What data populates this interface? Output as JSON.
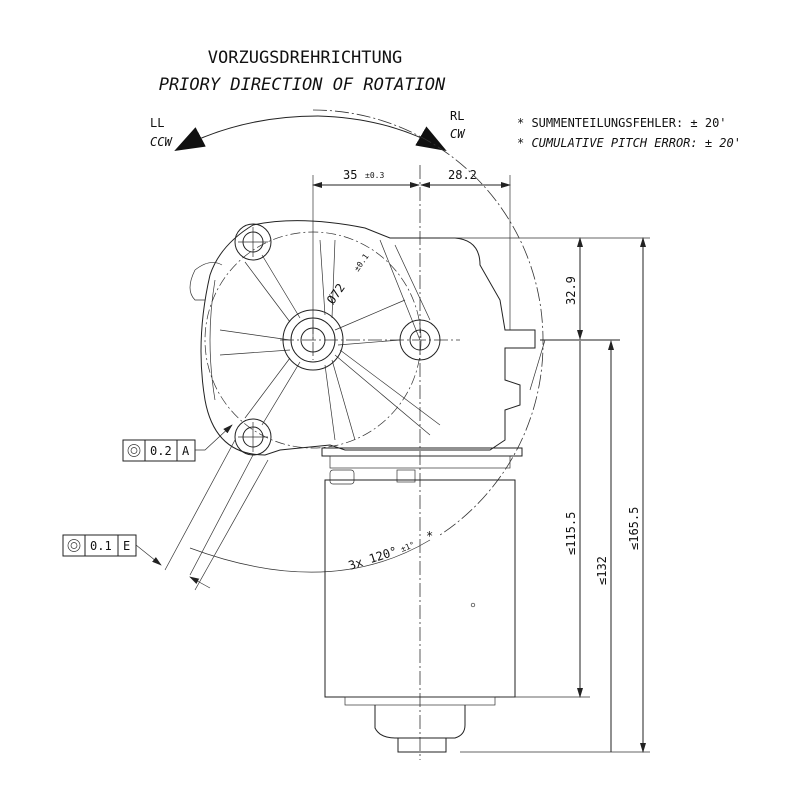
{
  "header": {
    "title_de": "VORZUGSDREHRICHTUNG",
    "title_en": "PRIORY DIRECTION OF ROTATION"
  },
  "rotation": {
    "left_de": "LL",
    "left_en": "CCW",
    "right_de": "RL",
    "right_en": "CW"
  },
  "notes": {
    "note_de": "* SUMMENTEILUNGSFEHLER: ± 20'",
    "note_en": "* CUMULATIVE PITCH ERROR: ± 20'"
  },
  "dimensions": {
    "d35": "35",
    "d35_tol": "±0.3",
    "d28": "28.2",
    "d32": "32.9",
    "d115": "≤115.5",
    "d132": "≤132",
    "d165": "≤165.5",
    "dia72": "Ø72",
    "dia72_tol": "±0.1",
    "angle": "3x 120°",
    "angle_tol": "±1°",
    "angle_star": "*"
  },
  "tolerance_frames": [
    {
      "value": "0.2",
      "datum": "A"
    },
    {
      "value": "0.1",
      "datum": "E"
    }
  ]
}
